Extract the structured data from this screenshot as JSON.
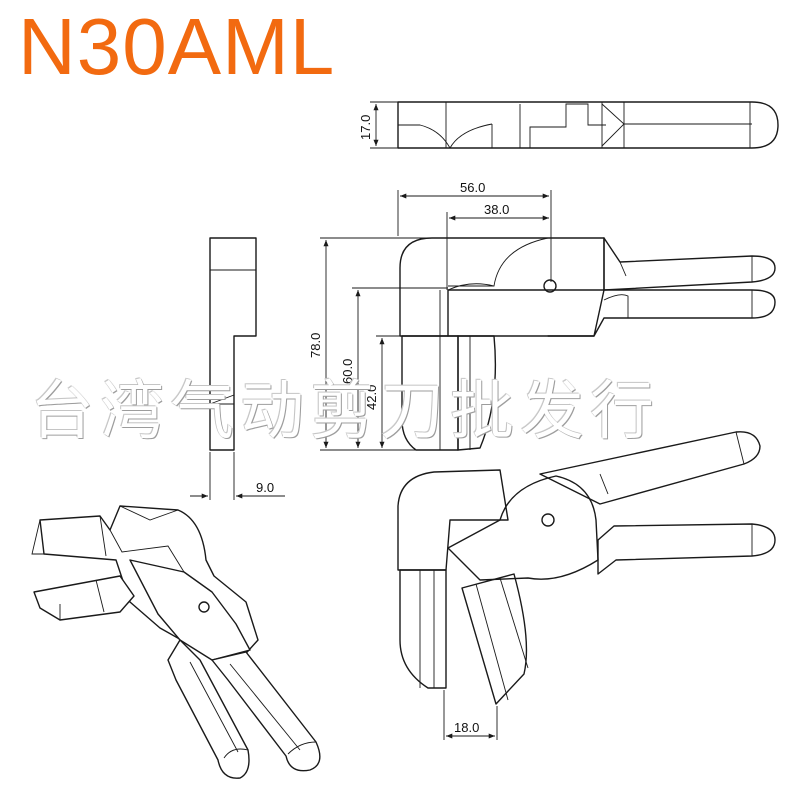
{
  "title": "N30AML",
  "watermark": "台湾气动剪刀批发行",
  "colors": {
    "title": "#f26a10",
    "line": "#1a1a1a",
    "background": "#ffffff"
  },
  "dimensions": {
    "top_height": "17.0",
    "width_total": "56.0",
    "width_partial": "38.0",
    "height_total": "78.0",
    "height_mid": "60.0",
    "height_low": "42.0",
    "side_thickness": "9.0",
    "blade_width": "18.0"
  }
}
